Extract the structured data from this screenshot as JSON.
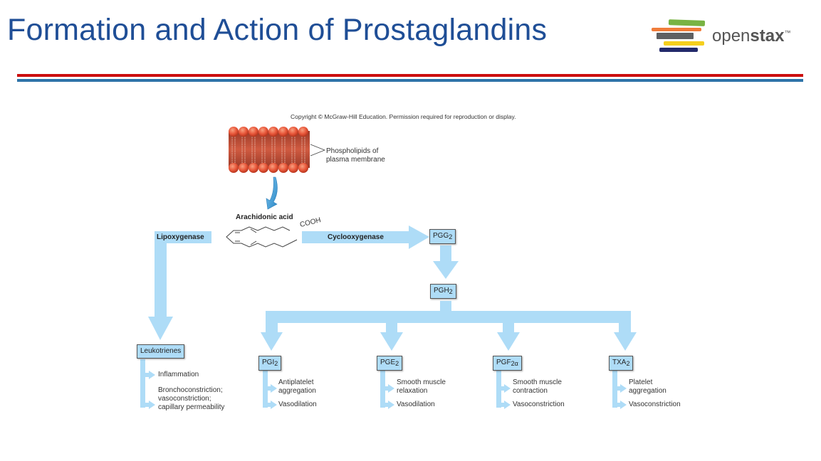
{
  "slide": {
    "title": "Formation and Action of Prostaglandins",
    "logo": {
      "text_light": "open",
      "text_bold": "stax",
      "trademark": "™"
    },
    "colors": {
      "title": "#1f4e96",
      "rule_red": "#cc0e0e",
      "rule_blue": "#2e73a8",
      "arrow": "#aedcf7",
      "membrane": "#e8573a"
    }
  },
  "figure": {
    "copyright": "Copyright © McGraw-Hill Education. Permission required for reproduction or display.",
    "membrane_label_line1": "Phospholipids of",
    "membrane_label_line2": "plasma membrane",
    "arachidonic": "Arachidonic acid",
    "cooh": "COOH",
    "lipoxygenase": "Lipoxygenase",
    "cyclooxygenase": "Cyclooxygenase",
    "pgg2": {
      "base": "PGG",
      "sub": "2"
    },
    "pgh2": {
      "base": "PGH",
      "sub": "2"
    },
    "leukotrienes": {
      "label": "Leukotrienes",
      "effects": [
        "Inflammation",
        "Bronchoconstriction;",
        "vasoconstriction;",
        "capillary permeability"
      ]
    },
    "products": [
      {
        "base": "PGI",
        "sub": "2",
        "effect1_line1": "Antiplatelet",
        "effect1_line2": "aggregation",
        "effect2": "Vasodilation"
      },
      {
        "base": "PGE",
        "sub": "2",
        "effect1_line1": "Smooth muscle",
        "effect1_line2": "relaxation",
        "effect2": "Vasodilation"
      },
      {
        "base": "PGF",
        "sub": "2α",
        "effect1_line1": "Smooth muscle",
        "effect1_line2": "contraction",
        "effect2": "Vasoconstriction"
      },
      {
        "base": "TXA",
        "sub": "2",
        "effect1_line1": "Platelet",
        "effect1_line2": "aggregation",
        "effect2": "Vasoconstriction"
      }
    ]
  }
}
